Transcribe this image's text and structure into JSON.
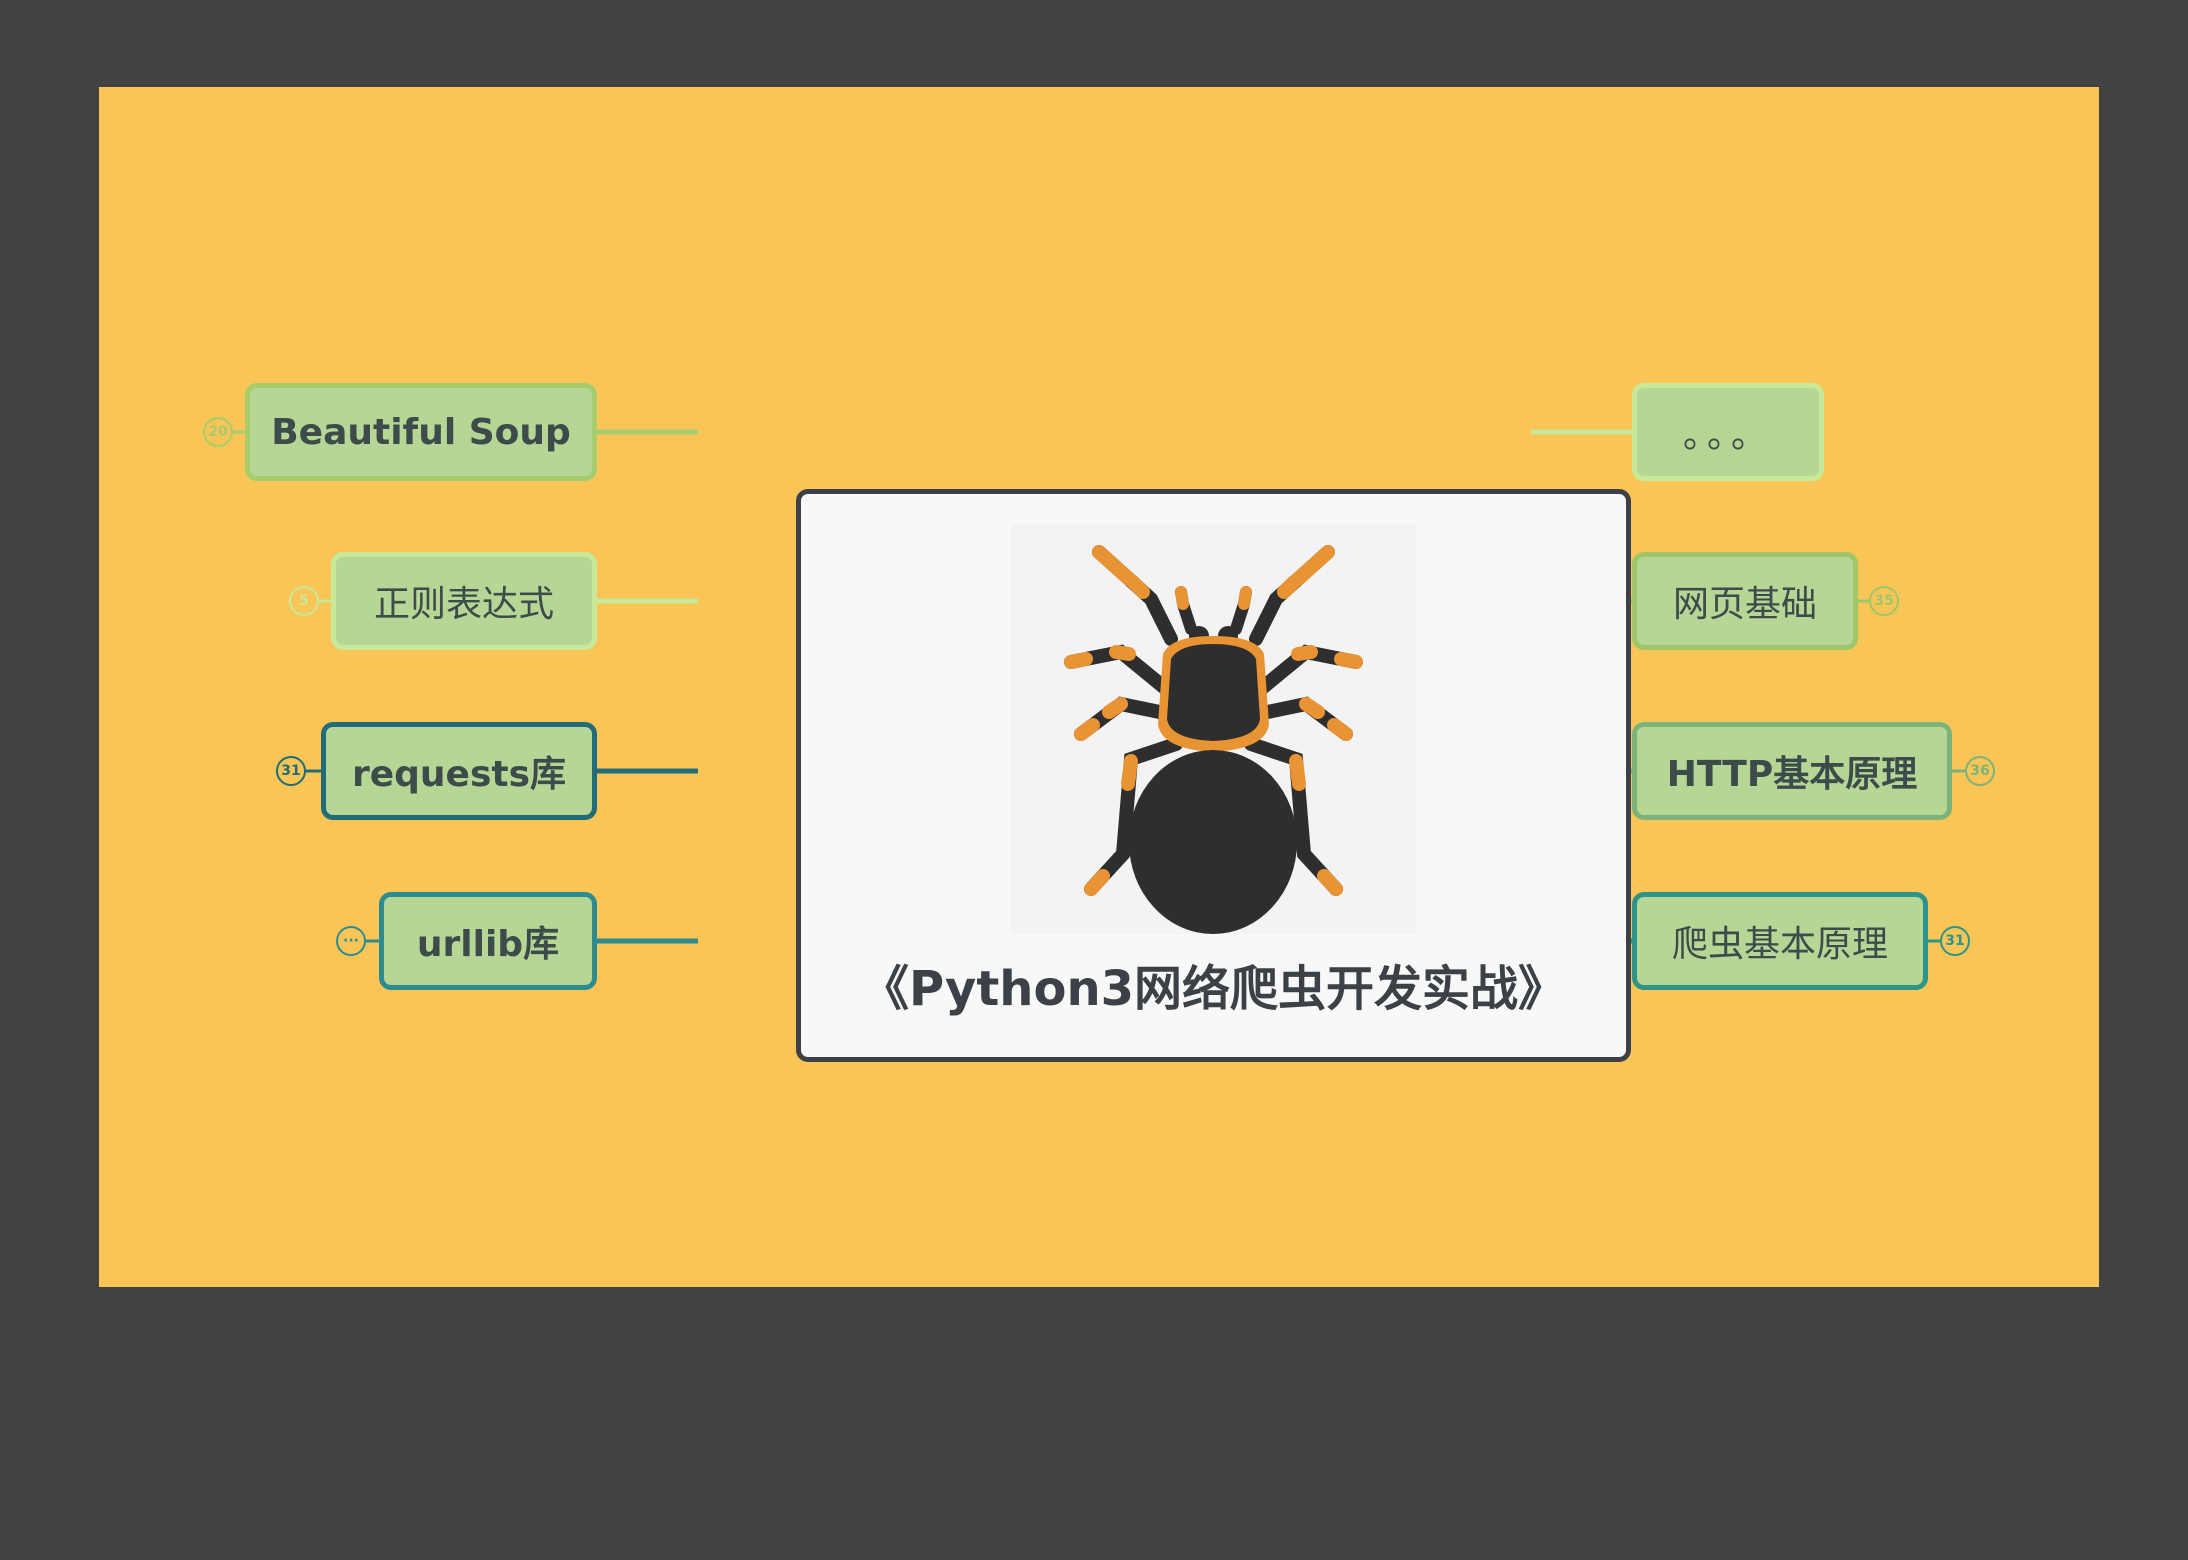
{
  "central_topic": {
    "title": "《Python3网络爬虫开发实战》"
  },
  "left_topics": [
    {
      "label": "Beautiful Soup",
      "badge": "20"
    },
    {
      "label": "正则表达式",
      "badge": "5"
    },
    {
      "label": "requests库",
      "badge": "31"
    },
    {
      "label": "urllib库",
      "badge": "···"
    }
  ],
  "right_topics": [
    {
      "label": "。。。"
    },
    {
      "label": "网页基础",
      "badge": "35"
    },
    {
      "label": "HTTP基本原理",
      "badge": "36"
    },
    {
      "label": "爬虫基本原理",
      "badge": "31"
    }
  ],
  "colors": {
    "background": "#F9C556",
    "frame": "#424242",
    "topic_fill": "#B5D695",
    "topic_text": "#3D4B4A",
    "central_border": "#3B4146",
    "spider_body": "#2E2E2E",
    "spider_accent": "#E89434",
    "branch_light_green": "#C8E89A",
    "branch_green": "#9DC76A",
    "branch_teal": "#2E8C90",
    "branch_dark_teal": "#226B78"
  }
}
